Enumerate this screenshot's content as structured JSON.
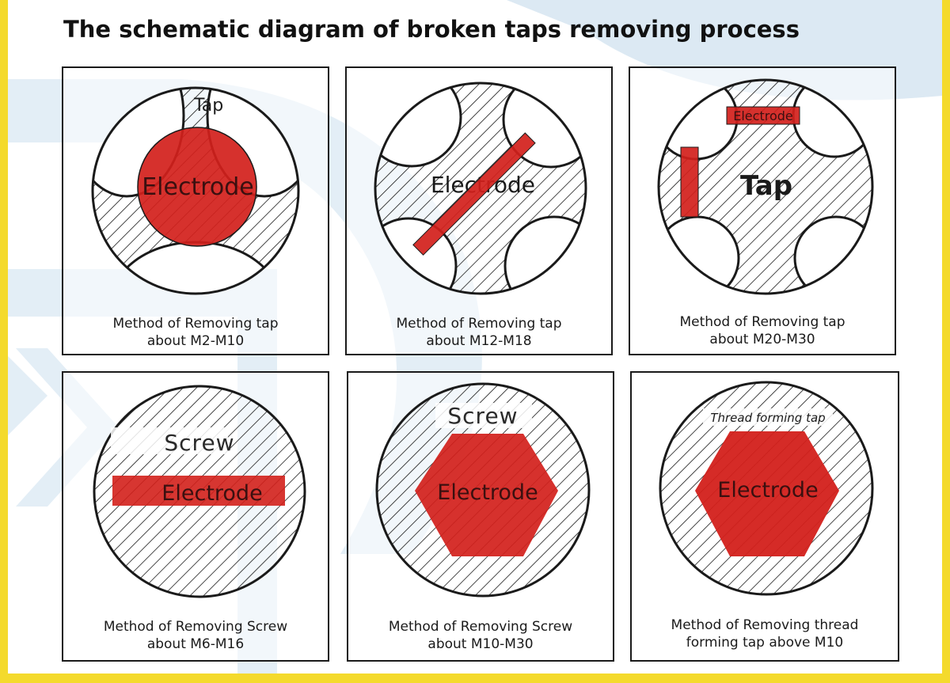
{
  "title": "The schematic diagram of broken taps removing process",
  "colors": {
    "electrode_red": "#d3201b",
    "outline": "#1a1a1a",
    "frame_yellow": "#f4da2c",
    "background_deco": "#dce9f3"
  },
  "panels": [
    {
      "labels": {
        "tap": "Tap",
        "electrode": "Electrode"
      },
      "caption": [
        "Method of Removing tap",
        "about M2-M10"
      ]
    },
    {
      "labels": {
        "electrode": "Electrode"
      },
      "caption": [
        "Method of Removing tap",
        "about M12-M18"
      ]
    },
    {
      "labels": {
        "electrode": "Electrode",
        "tap": "Tap"
      },
      "caption": [
        "Method of Removing tap",
        "about M20-M30"
      ]
    },
    {
      "labels": {
        "screw": "Screw",
        "electrode": "Electrode"
      },
      "caption": [
        "Method of Removing Screw",
        "about M6-M16"
      ]
    },
    {
      "labels": {
        "screw": "Screw",
        "electrode": "Electrode"
      },
      "caption": [
        "Method of Removing Screw",
        "about M10-M30"
      ]
    },
    {
      "labels": {
        "thread_forming_tap": "Thread forming tap",
        "electrode": "Electrode"
      },
      "caption": [
        "Method of Removing thread",
        "forming tap above M10"
      ]
    }
  ]
}
